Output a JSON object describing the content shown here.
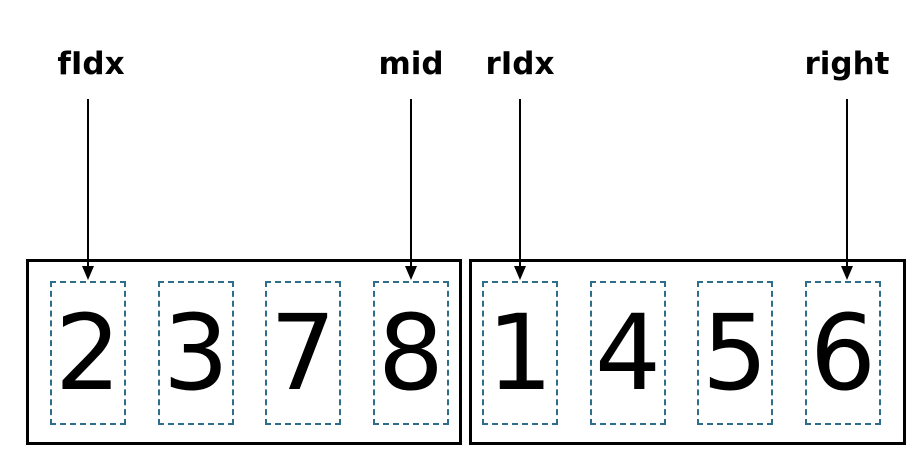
{
  "pointers": [
    "fIdx",
    "mid",
    "rIdx",
    "right"
  ],
  "left_array": [
    "2",
    "3",
    "7",
    "8"
  ],
  "right_array": [
    "1",
    "4",
    "5",
    "6"
  ],
  "colors": {
    "cell_border": "#2e6e8a",
    "array_border": "#000000",
    "text": "#000000",
    "background": "#ffffff"
  }
}
